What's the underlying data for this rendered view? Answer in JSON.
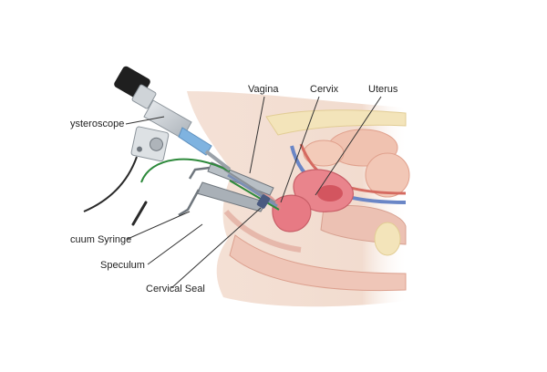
{
  "labels": {
    "vagina": "Vagina",
    "cervix": "Cervix",
    "uterus": "Uterus",
    "hysteroscope": "ysteroscope",
    "vacuum_syringe": "cuum Syringe",
    "speculum": "Speculum",
    "cervical_seal": "Cervical Seal"
  },
  "colors": {
    "skin": "#f2dccf",
    "uterus": "#e9848c",
    "cervix": "#e77a84",
    "bone": "#f3e4ba",
    "intestine": "#f0c2b0",
    "bladder": "#ecc1b3",
    "vessel_blue": "#6a86c6",
    "vessel_red": "#d56a60",
    "tube_green": "#2e8a3c",
    "instrument": "#9aa1a8"
  }
}
